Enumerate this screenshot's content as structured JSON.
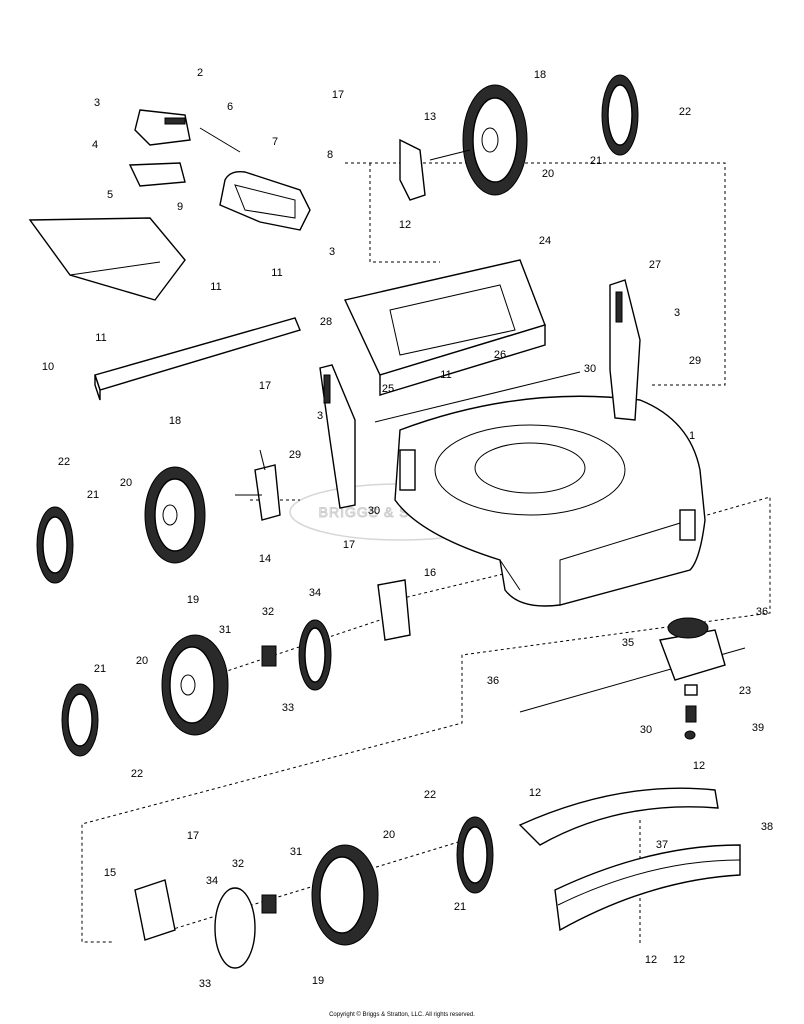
{
  "diagram": {
    "callouts": [
      {
        "id": "c2a",
        "text": "2"
      },
      {
        "id": "c3a",
        "text": "3"
      },
      {
        "id": "c4",
        "text": "4"
      },
      {
        "id": "c5",
        "text": "5"
      },
      {
        "id": "c6",
        "text": "6"
      },
      {
        "id": "c7",
        "text": "7"
      },
      {
        "id": "c8",
        "text": "8"
      },
      {
        "id": "c3b",
        "text": "3"
      },
      {
        "id": "c9",
        "text": "9"
      },
      {
        "id": "c17a",
        "text": "17"
      },
      {
        "id": "c13",
        "text": "13"
      },
      {
        "id": "c18a",
        "text": "18"
      },
      {
        "id": "c22a",
        "text": "22"
      },
      {
        "id": "c20a",
        "text": "20"
      },
      {
        "id": "c21a",
        "text": "21"
      },
      {
        "id": "c12a",
        "text": "12"
      },
      {
        "id": "c24",
        "text": "24"
      },
      {
        "id": "c27",
        "text": "27"
      },
      {
        "id": "c3c",
        "text": "3"
      },
      {
        "id": "c29a",
        "text": "29"
      },
      {
        "id": "c30a",
        "text": "30"
      },
      {
        "id": "c11a",
        "text": "11"
      },
      {
        "id": "c11b",
        "text": "11"
      },
      {
        "id": "c11c",
        "text": "11"
      },
      {
        "id": "c10",
        "text": "10"
      },
      {
        "id": "c28",
        "text": "28"
      },
      {
        "id": "c11d",
        "text": "11"
      },
      {
        "id": "c26",
        "text": "26"
      },
      {
        "id": "c25",
        "text": "25"
      },
      {
        "id": "c1",
        "text": "1"
      },
      {
        "id": "c17b",
        "text": "17"
      },
      {
        "id": "c18b",
        "text": "18"
      },
      {
        "id": "c3d",
        "text": "3"
      },
      {
        "id": "c29b",
        "text": "29"
      },
      {
        "id": "c30b",
        "text": "30"
      },
      {
        "id": "c22b",
        "text": "22"
      },
      {
        "id": "c21b",
        "text": "21"
      },
      {
        "id": "c20b",
        "text": "20"
      },
      {
        "id": "c14",
        "text": "14"
      },
      {
        "id": "c17c",
        "text": "17"
      },
      {
        "id": "c16",
        "text": "16"
      },
      {
        "id": "c19a",
        "text": "19"
      },
      {
        "id": "c31a",
        "text": "31"
      },
      {
        "id": "c32a",
        "text": "32"
      },
      {
        "id": "c34a",
        "text": "34"
      },
      {
        "id": "c36a",
        "text": "36"
      },
      {
        "id": "c35",
        "text": "35"
      },
      {
        "id": "c21c",
        "text": "21"
      },
      {
        "id": "c20c",
        "text": "20"
      },
      {
        "id": "c33a",
        "text": "33"
      },
      {
        "id": "c36b",
        "text": "36"
      },
      {
        "id": "c23",
        "text": "23"
      },
      {
        "id": "c30c",
        "text": "30"
      },
      {
        "id": "c39",
        "text": "39"
      },
      {
        "id": "c22c",
        "text": "22"
      },
      {
        "id": "c12b",
        "text": "12"
      },
      {
        "id": "c12c",
        "text": "12"
      },
      {
        "id": "c22d",
        "text": "22"
      },
      {
        "id": "c37",
        "text": "37"
      },
      {
        "id": "c38",
        "text": "38"
      },
      {
        "id": "c17d",
        "text": "17"
      },
      {
        "id": "c20d",
        "text": "20"
      },
      {
        "id": "c15",
        "text": "15"
      },
      {
        "id": "c32b",
        "text": "32"
      },
      {
        "id": "c31b",
        "text": "31"
      },
      {
        "id": "c34b",
        "text": "34"
      },
      {
        "id": "c21d",
        "text": "21"
      },
      {
        "id": "c33b",
        "text": "33"
      },
      {
        "id": "c19b",
        "text": "19"
      },
      {
        "id": "c12d",
        "text": "12"
      },
      {
        "id": "c12e",
        "text": "12"
      }
    ],
    "watermark": "BRIGGS & STRATTON",
    "copyright": "Copyright © Briggs & Stratton, LLC. All rights reserved."
  }
}
